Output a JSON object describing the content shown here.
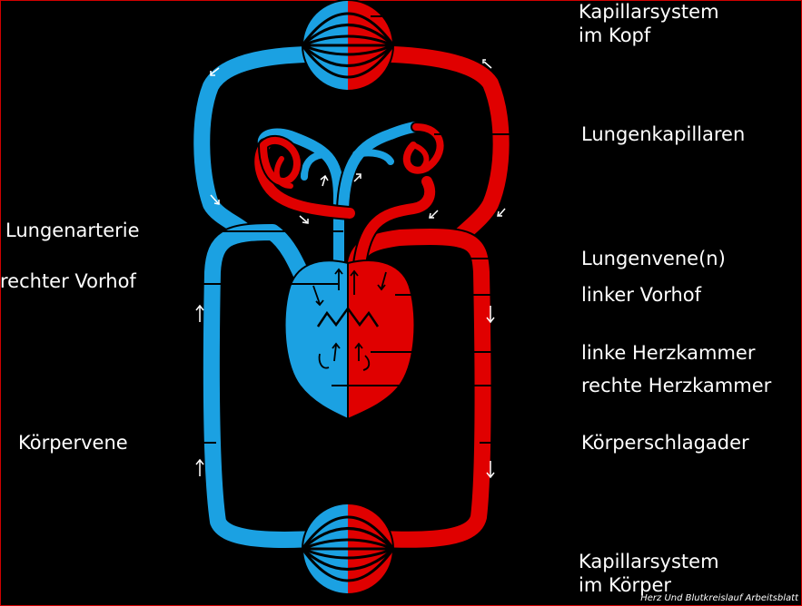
{
  "labels": {
    "kapillarsystem_kopf_1": "Kapillarsystem",
    "kapillarsystem_kopf_2": "im Kopf",
    "lungenkapillaren": "Lungenkapillaren",
    "lungenarterie": "Lungenarterie",
    "lungenvene": "Lungenvene(n)",
    "rechter_vorhof": "rechter Vorhof",
    "linker_vorhof": "linker Vorhof",
    "linke_herzkammer": "linke Herzkammer",
    "rechte_herzkammer": "rechte Herzkammer",
    "koerpervene": "Körpervene",
    "koerperschlagader": "Körperschlagader",
    "kapillarsystem_koerper_1": "Kapillarsystem",
    "kapillarsystem_koerper_2": "im Körper"
  },
  "credit": "Herz Und Blutkreislauf Arbeitsblatt",
  "colors": {
    "background": "#000000",
    "venous": "#1ba1e2",
    "arterial": "#e00000",
    "text": "#ffffff"
  }
}
